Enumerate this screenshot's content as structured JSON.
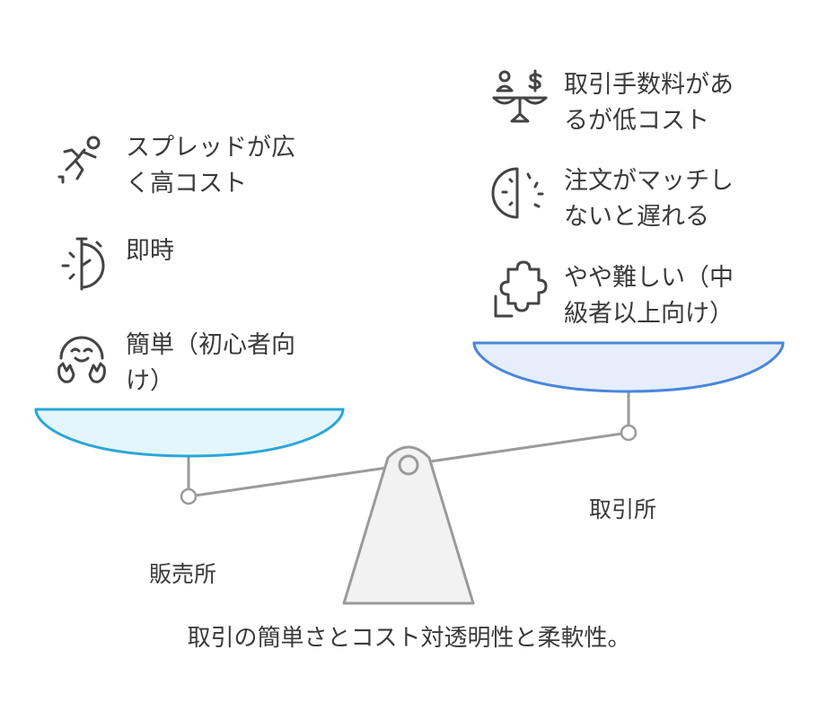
{
  "left_side": {
    "label": "販売所",
    "pan_color": "#E4F6FB",
    "pan_stroke": "#2AA7D6",
    "items": [
      {
        "icon": "falling-person-icon",
        "text": "スプレッドが広\nく高コスト"
      },
      {
        "icon": "stopwatch-icon",
        "text": "即時"
      },
      {
        "icon": "happy-face-icon",
        "text": "簡単（初心者向\nけ）"
      }
    ]
  },
  "right_side": {
    "label": "取引所",
    "pan_color": "#E6EEFB",
    "pan_stroke": "#4A86DB",
    "items": [
      {
        "icon": "fee-scale-icon",
        "text": "取引手数料があ\nるが低コスト"
      },
      {
        "icon": "half-clock-icon",
        "text": "注文がマッチし\nないと遅れる"
      },
      {
        "icon": "puzzle-piece-icon",
        "text": "やや難しい（中\n級者以上向け）"
      }
    ]
  },
  "caption": "取引の簡単さとコスト対透明性と柔軟性。"
}
